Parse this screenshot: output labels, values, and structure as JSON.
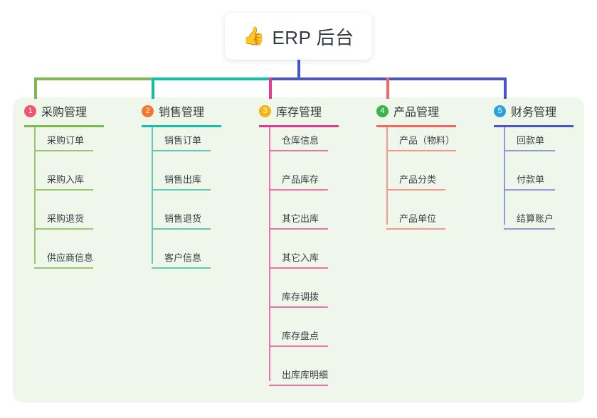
{
  "root": {
    "icon": "thumbs-up-emoji",
    "icon_glyph": "👍",
    "title": "ERP 后台"
  },
  "colors": {
    "panel_bg": "#eef7e9",
    "root_stem": "#4656c8",
    "bus_green": "#7CBA4F",
    "bus_teal": "#13bfa6",
    "bus_blue": "#4a56c4",
    "badge_1": "#f2536d",
    "badge_2": "#f2762e",
    "badge_3": "#f5b417",
    "badge_4": "#3bb54a",
    "badge_5": "#29a3dc",
    "col_1": "#7CBA4F",
    "col_2": "#13bfa6",
    "col_3": "#e03a95",
    "col_4": "#f4695f",
    "col_5": "#4a56c4",
    "leaf_1": "#9ac46f",
    "leaf_2": "#5fc9bb",
    "leaf_3": "#ec72ac",
    "leaf_4": "#f69a91",
    "leaf_5": "#8e9ad8"
  },
  "columns": [
    {
      "number": "1",
      "title": "采购管理",
      "items": [
        {
          "label": "采购订单"
        },
        {
          "label": "采购入库"
        },
        {
          "label": "采购退货"
        },
        {
          "label": "供应商信息"
        }
      ]
    },
    {
      "number": "2",
      "title": "销售管理",
      "items": [
        {
          "label": "销售订单"
        },
        {
          "label": "销售出库"
        },
        {
          "label": "销售退货"
        },
        {
          "label": "客户信息"
        }
      ]
    },
    {
      "number": "3",
      "title": "库存管理",
      "items": [
        {
          "label": "仓库信息"
        },
        {
          "label": "产品库存"
        },
        {
          "label": "其它出库"
        },
        {
          "label": "其它入库"
        },
        {
          "label": "库存调拨"
        },
        {
          "label": "库存盘点"
        },
        {
          "label": "出库库明细"
        }
      ]
    },
    {
      "number": "4",
      "title": "产品管理",
      "items": [
        {
          "label": "产品（物料）"
        },
        {
          "label": "产品分类"
        },
        {
          "label": "产品单位"
        }
      ]
    },
    {
      "number": "5",
      "title": "财务管理",
      "items": [
        {
          "label": "回款单"
        },
        {
          "label": "付款单"
        },
        {
          "label": "结算账户"
        }
      ]
    }
  ]
}
